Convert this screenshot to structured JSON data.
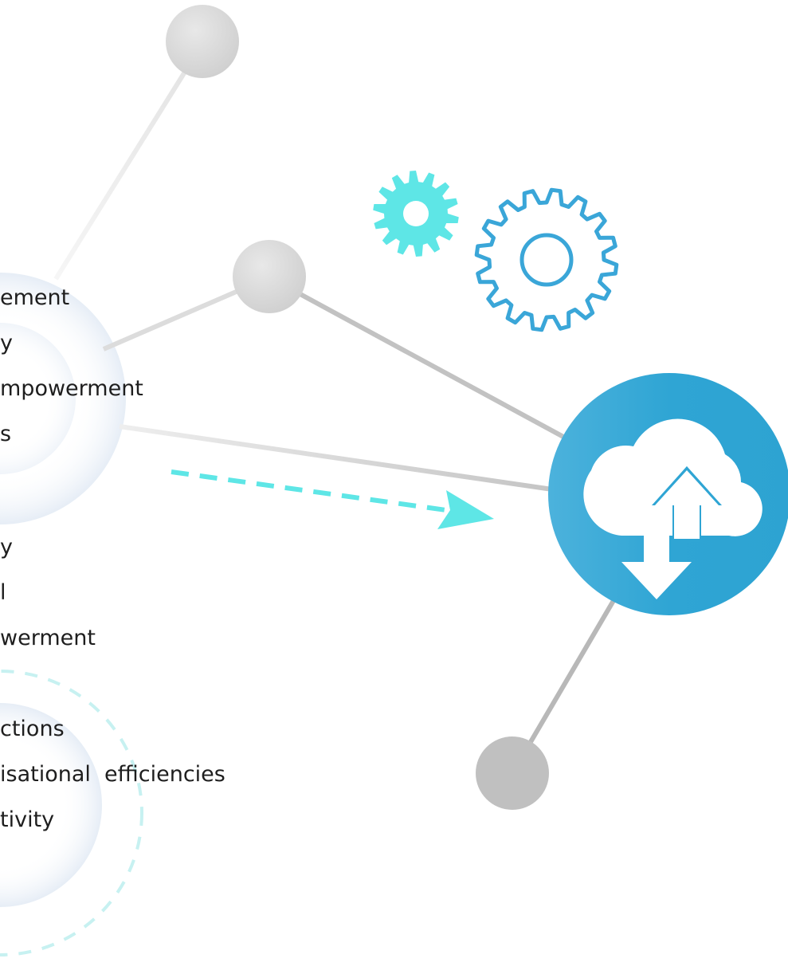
{
  "text_lines": [
    "ement",
    "y",
    "mpowerment",
    "s",
    "y",
    "l",
    "werment",
    "ctions",
    "isational  efficiencies",
    "tivity"
  ],
  "icons": {
    "gear_small": "gear-icon",
    "gear_large": "gear-icon",
    "cloud": "cloud-upload-download-icon",
    "arrow": "dashed-arrow-icon"
  },
  "colors": {
    "cloud_circle": "#2fa5d4",
    "cloud_glyph": "#ffffff",
    "gear_small": "#5ee6e6",
    "gear_large": "#3aa6d8",
    "arrow": "#5ee6e6",
    "node_gray": "#d4d4d4",
    "line_gray": "#c2c2c2",
    "text": "#1e1e1e"
  }
}
